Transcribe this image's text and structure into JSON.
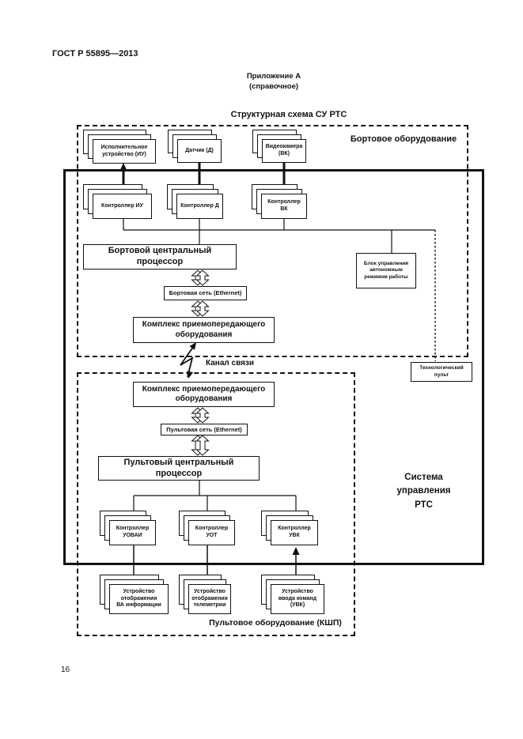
{
  "page": {
    "doc_number": "ГОСТ Р 55895—2013",
    "appendix": "Приложение А",
    "appendix_note": "(справочное)",
    "title": "Структурная схема СУ РТС",
    "page_number": "16"
  },
  "labels": {
    "onboard": "Бортовое оборудование",
    "system": "Система\nуправления\nРТС",
    "console": "Пультовое оборудование (КШП)",
    "channel": "Канал связи"
  },
  "boxes": {
    "actuator": "Исполнительное\nустройство (ИУ)",
    "sensor": "Датчик (Д)",
    "camera": "Видеокамера\n(ВК)",
    "ctrl_iu": "Контроллер ИУ",
    "ctrl_d": "Контроллер Д",
    "ctrl_vk": "Контроллер ВК",
    "onboard_cpu": "Бортовой центральный процессор",
    "autonomous_unit": "Блок управления\nавтономным\nрежимом работы",
    "onboard_net": "Бортовая сеть (Ethernet)",
    "transceiver_top": "Комплекс приемопередающего\nоборудования",
    "transceiver_bottom": "Комплекс приемопередающего\nоборудования",
    "tech_console": "Технологический\nпульт",
    "console_net": "Пультовая сеть (Ethernet)",
    "console_cpu": "Пультовый центральный процессор",
    "ctrl_uovai": "Контроллер\nУОВАИ",
    "ctrl_uot": "Контроллер\nУОТ",
    "ctrl_uvk": "Контроллер\nУВК",
    "display_vai": "Устройство\nотображения\nВА информации",
    "display_telemetry": "Устройство\nотображения\nтелеметрии",
    "input_device": "Устройство\nввода команд\n(УВК)"
  }
}
